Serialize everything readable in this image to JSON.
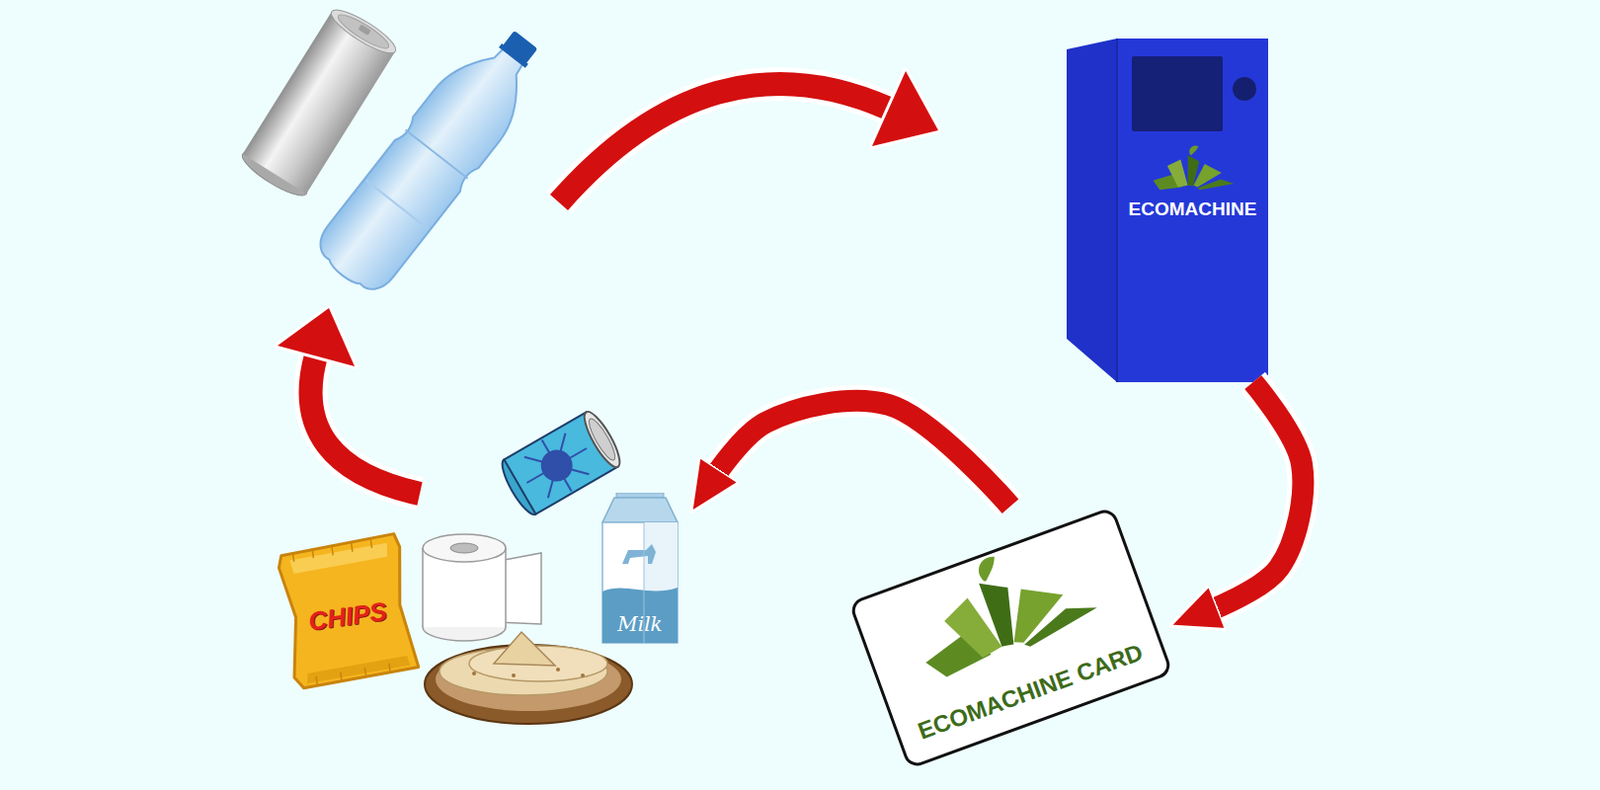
{
  "diagram": {
    "nodes": [
      {
        "text": [
          "ECOMACHINE"
        ]
      },
      {
        "text": [
          "ECOMACHINE CARD"
        ]
      },
      {
        "text": [
          "CHIPS"
        ]
      },
      {
        "text": [
          "Milk"
        ]
      }
    ],
    "edges": [
      {
        "from": 0,
        "to": 1,
        "arrow": "to"
      },
      {
        "from": 1,
        "to": 3,
        "arrow": "to"
      }
    ]
  }
}
